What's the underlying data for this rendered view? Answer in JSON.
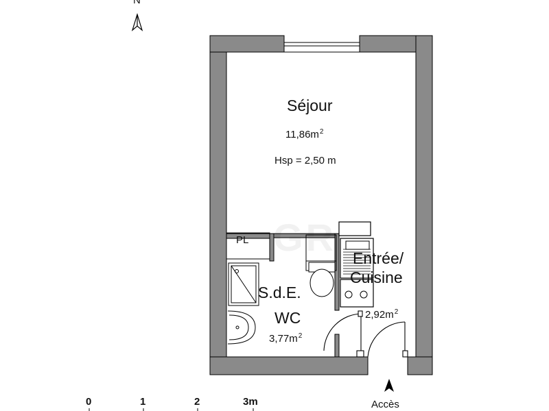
{
  "north": {
    "label": "N"
  },
  "rooms": {
    "sejour": {
      "name": "Séjour",
      "area": "11,86m",
      "area_unit_sup": "2",
      "height": "Hsp = 2,50 m"
    },
    "closet": {
      "name": "PL"
    },
    "entree": {
      "name_line1": "Entrée/",
      "name_line2": "Cuisine",
      "area": "2,92m",
      "area_unit_sup": "2"
    },
    "sde": {
      "name_line1": "S.d.E.",
      "name_line2": "WC",
      "area": "3,77m",
      "area_unit_sup": "2"
    }
  },
  "access": {
    "label": "Accès"
  },
  "scale": {
    "ticks": [
      "0",
      "1",
      "2",
      "3m"
    ]
  },
  "watermark": {
    "text": "GR"
  },
  "colors": {
    "wall": "#8a8a8a",
    "wall_stroke": "#000000",
    "line": "#000000",
    "background": "#ffffff"
  }
}
